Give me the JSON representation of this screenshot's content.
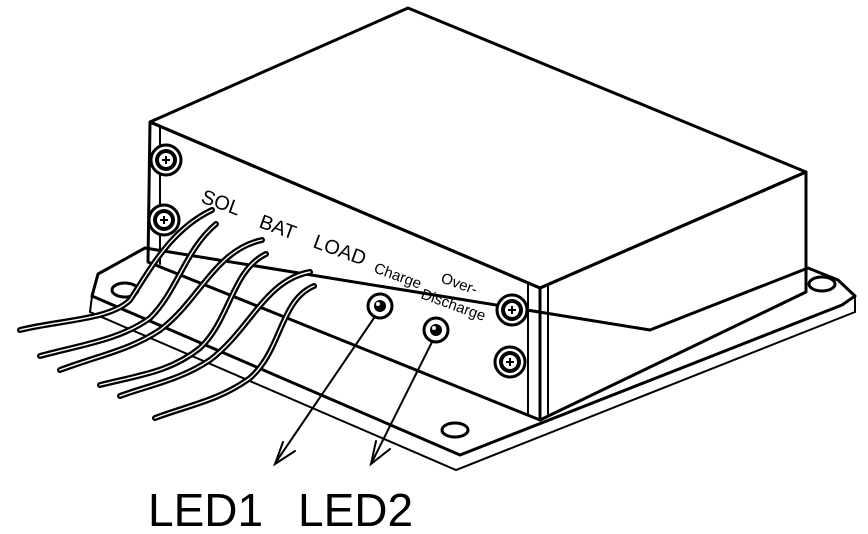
{
  "labels": {
    "sol": "SOL",
    "bat": "BAT",
    "load": "LOAD",
    "charge": "Charge",
    "over_line1": "Over-",
    "over_line2": "Discharge",
    "led1": "LED1",
    "led2": "LED2"
  },
  "icons": {
    "screw": "cross-head-screw-icon",
    "led": "led-indicator-icon",
    "arrow": "arrow-pointer-icon"
  },
  "colors": {
    "stroke": "#000000",
    "fill": "#ffffff"
  }
}
